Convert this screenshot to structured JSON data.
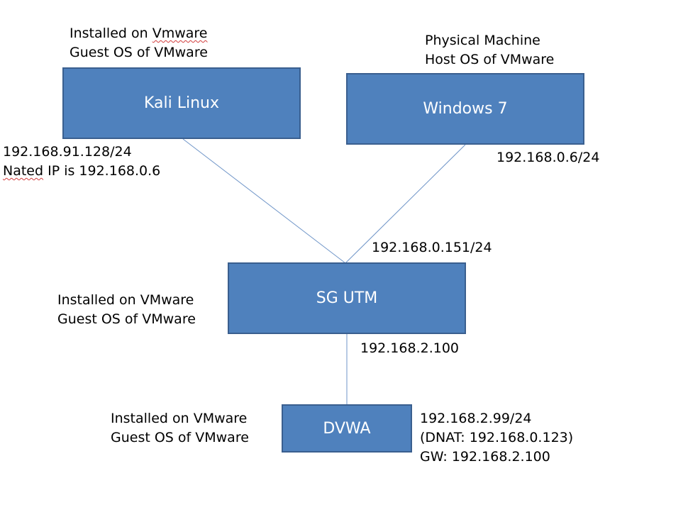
{
  "colors": {
    "node_fill": "#4f81bd",
    "node_border": "#3a5f8f",
    "link": "#6f95c8",
    "node_text": "#ffffff",
    "spellcheck_underline": "#d23c3c"
  },
  "nodes": {
    "kali": {
      "label": "Kali Linux"
    },
    "windows": {
      "label": "Windows 7"
    },
    "utm": {
      "label": "SG UTM"
    },
    "dvwa": {
      "label": "DVWA"
    }
  },
  "annotations": {
    "kali_note": {
      "line1_pre": "Installed on ",
      "line1_flag": "Vmware",
      "line2": "Guest OS of VMware"
    },
    "kali_ip": {
      "line1": "192.168.91.128/24",
      "line2_flag": "Nated",
      "line2_post": " IP is 192.168.0.6"
    },
    "windows_note": {
      "line1": "Physical Machine",
      "line2": "Host OS of VMware"
    },
    "windows_ip": {
      "line1": "192.168.0.6/24"
    },
    "utm_note": {
      "line1": "Installed on VMware",
      "line2": "Guest OS of VMware"
    },
    "utm_ip_top": {
      "line1": "192.168.0.151/24"
    },
    "utm_ip_bottom": {
      "line1": "192.168.2.100"
    },
    "dvwa_note": {
      "line1": "Installed on VMware",
      "line2": "Guest OS of VMware"
    },
    "dvwa_ip": {
      "line1": "192.168.2.99/24",
      "line2": "(DNAT: 192.168.0.123)",
      "line3": "GW: 192.168.2.100"
    }
  }
}
